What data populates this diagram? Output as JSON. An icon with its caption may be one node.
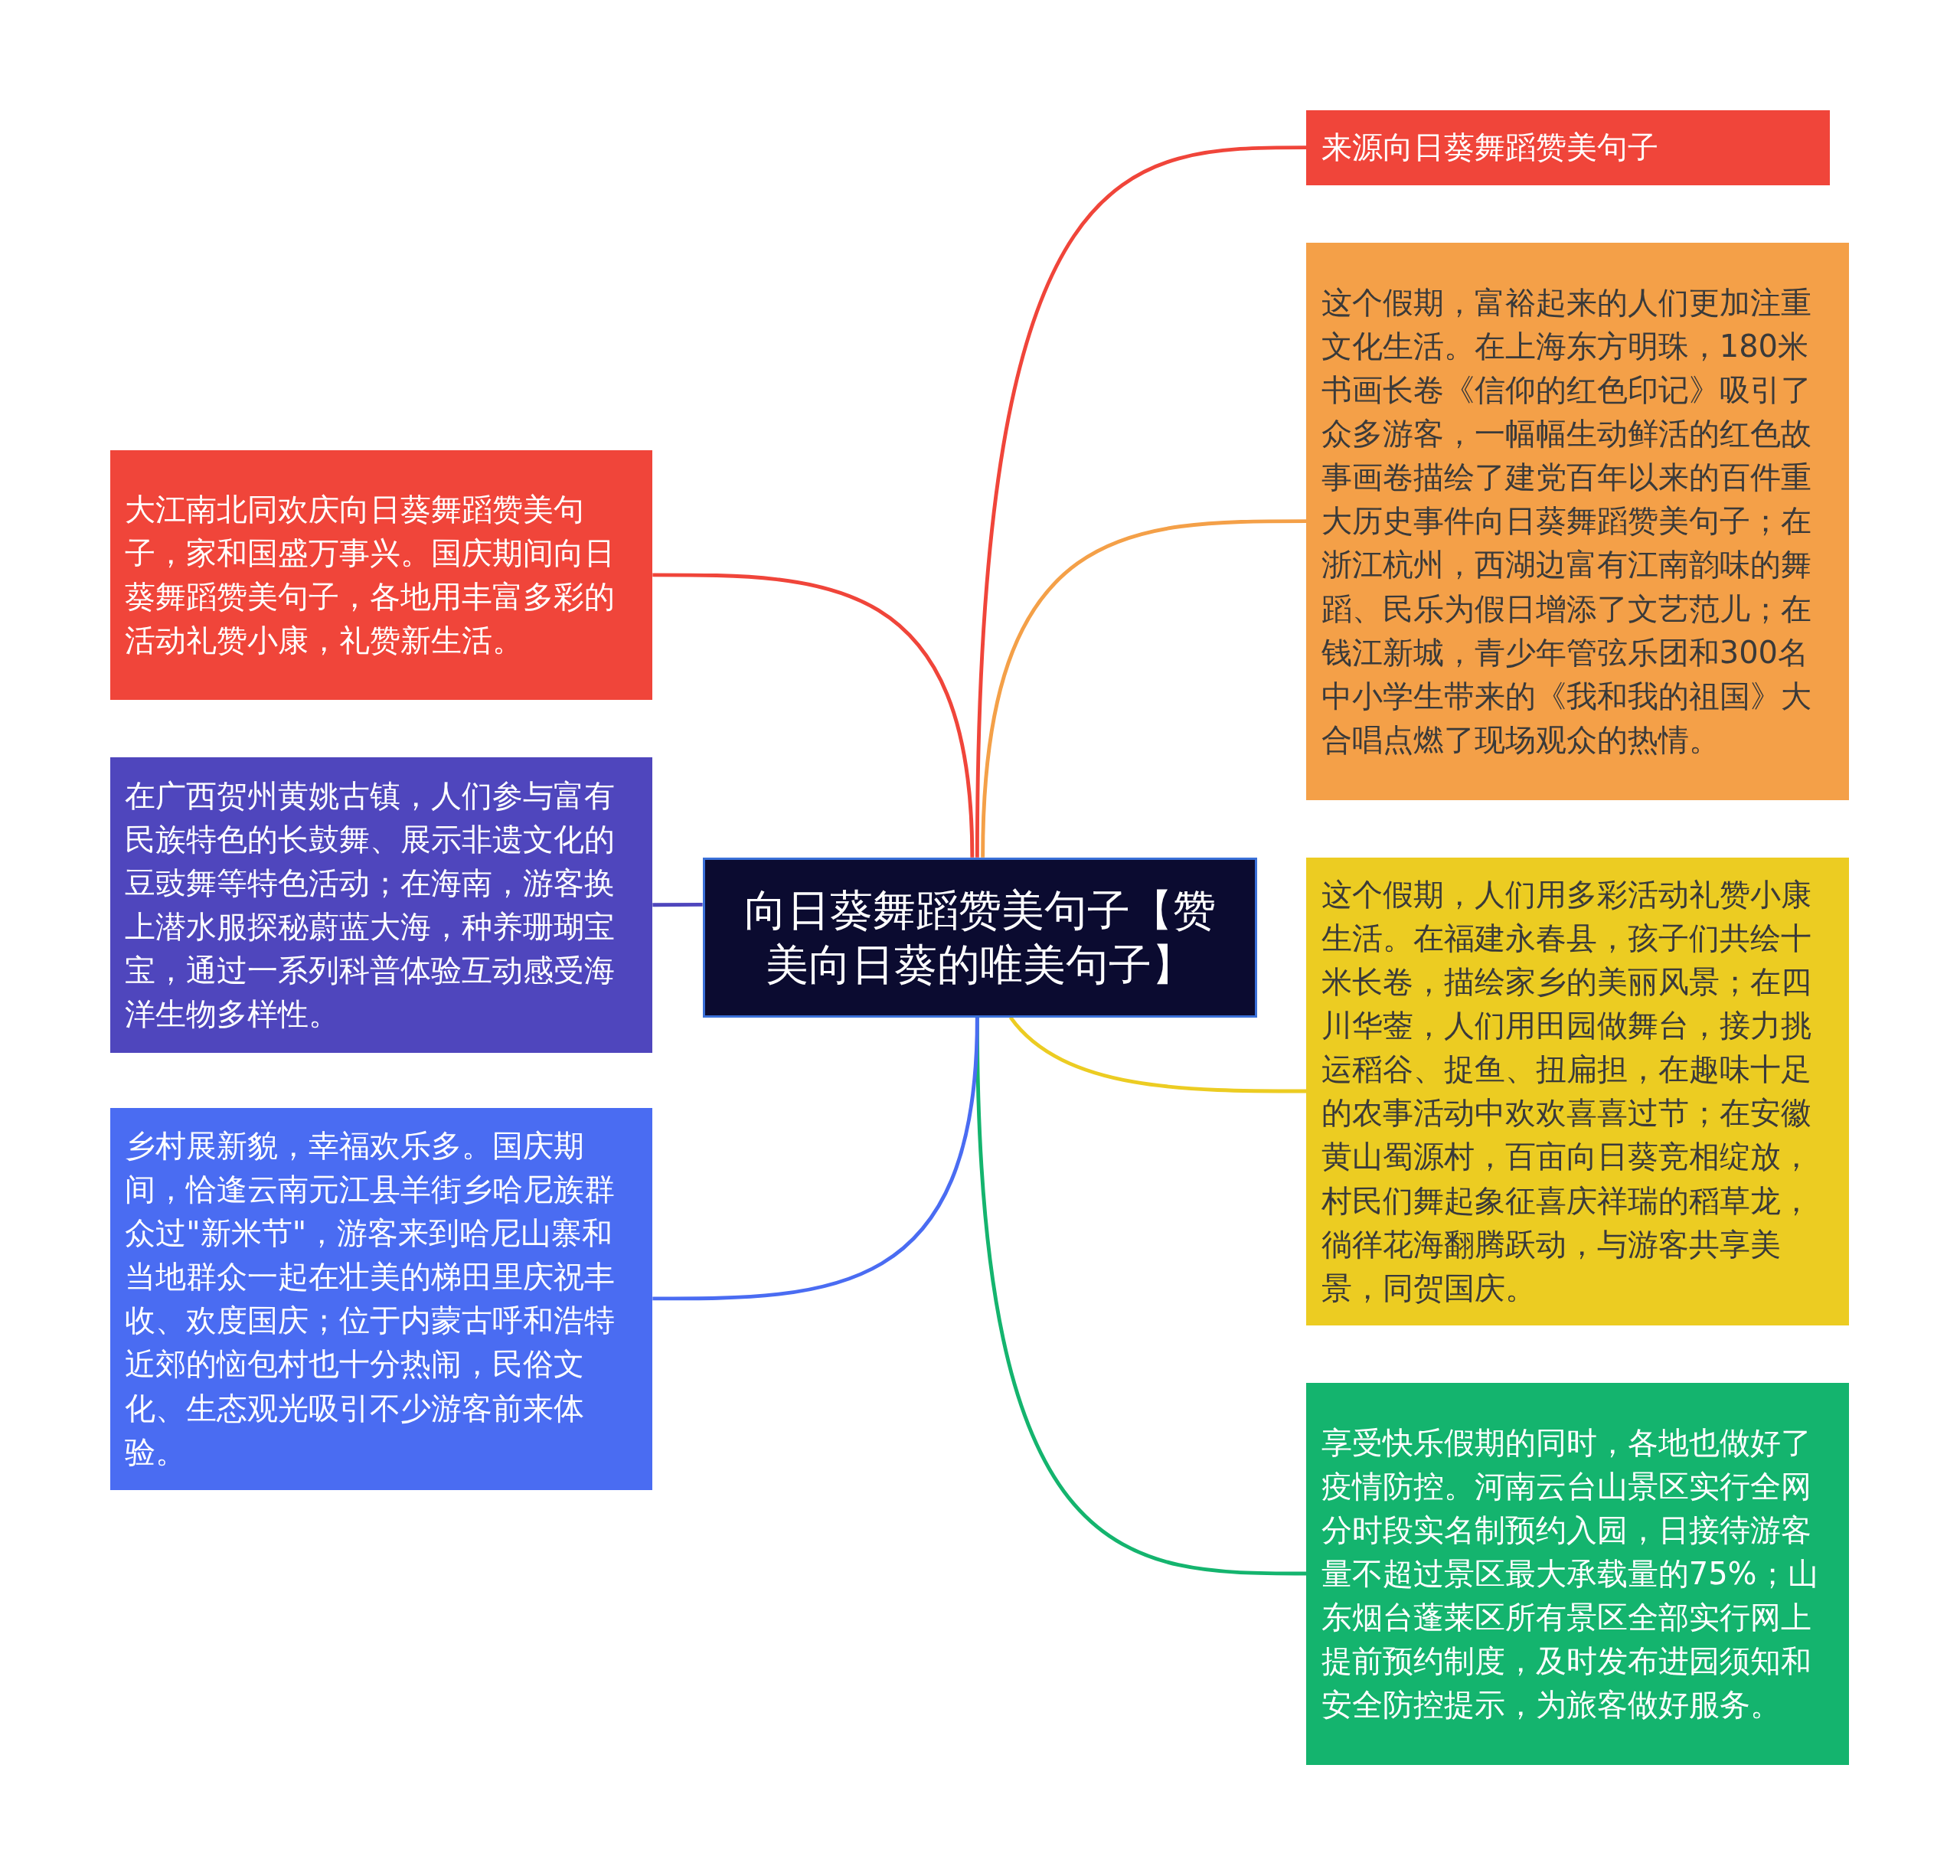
{
  "diagram": {
    "nodes": [
      {
        "text": [
          "向日葵舞蹈赞美句子【赞美向日葵的唯美句子】"
        ]
      },
      {
        "text": [
          "来源向日葵舞蹈赞美句子"
        ]
      },
      {
        "text": [
          "这个假期，富裕起来的人们更加注重文化生活。在上海东方明珠，180米书画长卷《信仰的红色印记》吸引了众多游客，一幅幅生动鲜活的红色故事画卷描绘了建党百年以来的百件重大历史事件向日葵舞蹈赞美句子；在浙江杭州，西湖边富有江南韵味的舞蹈、民乐为假日增添了文艺范儿；在钱江新城，青少年管弦乐团和300名中小学生带来的《我和我的祖国》大合唱点燃了现场观众的热情。"
        ]
      },
      {
        "text": [
          "这个假期，人们用多彩活动礼赞小康生活。在福建永春县，孩子们共绘十米长卷，描绘家乡的美丽风景；在四川华蓥，人们用田园做舞台，接力挑运稻谷、捉鱼、扭扁担，在趣味十足的农事活动中欢欢喜喜过节；在安徽黄山蜀源村，百亩向日葵竞相绽放，村民们舞起象征喜庆祥瑞的稻草龙，徜徉花海翻腾跃动，与游客共享美景，同贺国庆。"
        ]
      },
      {
        "text": [
          "享受快乐假期的同时，各地也做好了疫情防控。河南云台山景区实行全网分时段实名制预约入园，日接待游客量不超过景区最大承载量的75%；山东烟台蓬莱区所有景区全部实行网上提前预约制度，及时发布进园须知和安全防控提示，为旅客做好服务。"
        ]
      },
      {
        "text": [
          "大江南北同欢庆向日葵舞蹈赞美句子，家和国盛万事兴。国庆期间向日葵舞蹈赞美句子，各地用丰富多彩的活动礼赞小康，礼赞新生活。"
        ]
      },
      {
        "text": [
          "在广西贺州黄姚古镇，人们参与富有民族特色的长鼓舞、展示非遗文化的豆豉舞等特色活动；在海南，游客换上潜水服探秘蔚蓝大海，种养珊瑚宝宝，通过一系列科普体验互动感受海洋生物多样性。"
        ]
      },
      {
        "text": [
          "乡村展新貌，幸福欢乐多。国庆期间，恰逢云南元江县羊街乡哈尼族群众过\"新米节\"，游客来到哈尼山寨和当地群众一起在壮美的梯田里庆祝丰收、欢度国庆；位于内蒙古呼和浩特近郊的恼包村也十分热闹，民俗文化、生态观光吸引不少游客前来体验。"
        ]
      }
    ],
    "edges": [
      {
        "from": 0,
        "to": 1,
        "arrow": "none",
        "color": "#f0453a"
      },
      {
        "from": 0,
        "to": 2,
        "arrow": "none",
        "color": "#f4a048"
      },
      {
        "from": 0,
        "to": 3,
        "arrow": "none",
        "color": "#eccc22"
      },
      {
        "from": 0,
        "to": 4,
        "arrow": "none",
        "color": "#14b46e"
      },
      {
        "from": 0,
        "to": 5,
        "arrow": "none",
        "color": "#f0453a"
      },
      {
        "from": 0,
        "to": 6,
        "arrow": "none",
        "color": "#4f46bd"
      },
      {
        "from": 0,
        "to": 7,
        "arrow": "none",
        "color": "#4a6cf2"
      }
    ]
  }
}
